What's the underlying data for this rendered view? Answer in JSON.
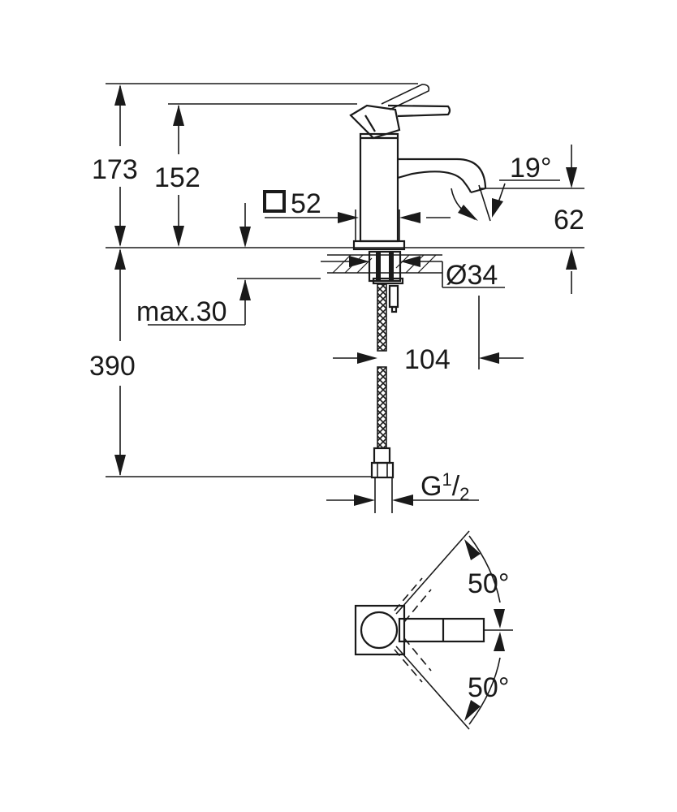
{
  "side_view": {
    "dim_total_height": "173",
    "dim_lever_height": "152",
    "dim_base_square": "52",
    "dim_spout_angle": "19°",
    "dim_spout_height": "62",
    "dim_hole_diameter": "Ø34",
    "dim_counter_thickness": "max.30",
    "dim_hose_length": "390",
    "dim_spout_reach": "104",
    "dim_connection_base": "G",
    "dim_connection_num": "1",
    "dim_connection_den": "2"
  },
  "top_view": {
    "dim_rotation_top": "50°",
    "dim_rotation_bottom": "50°"
  }
}
